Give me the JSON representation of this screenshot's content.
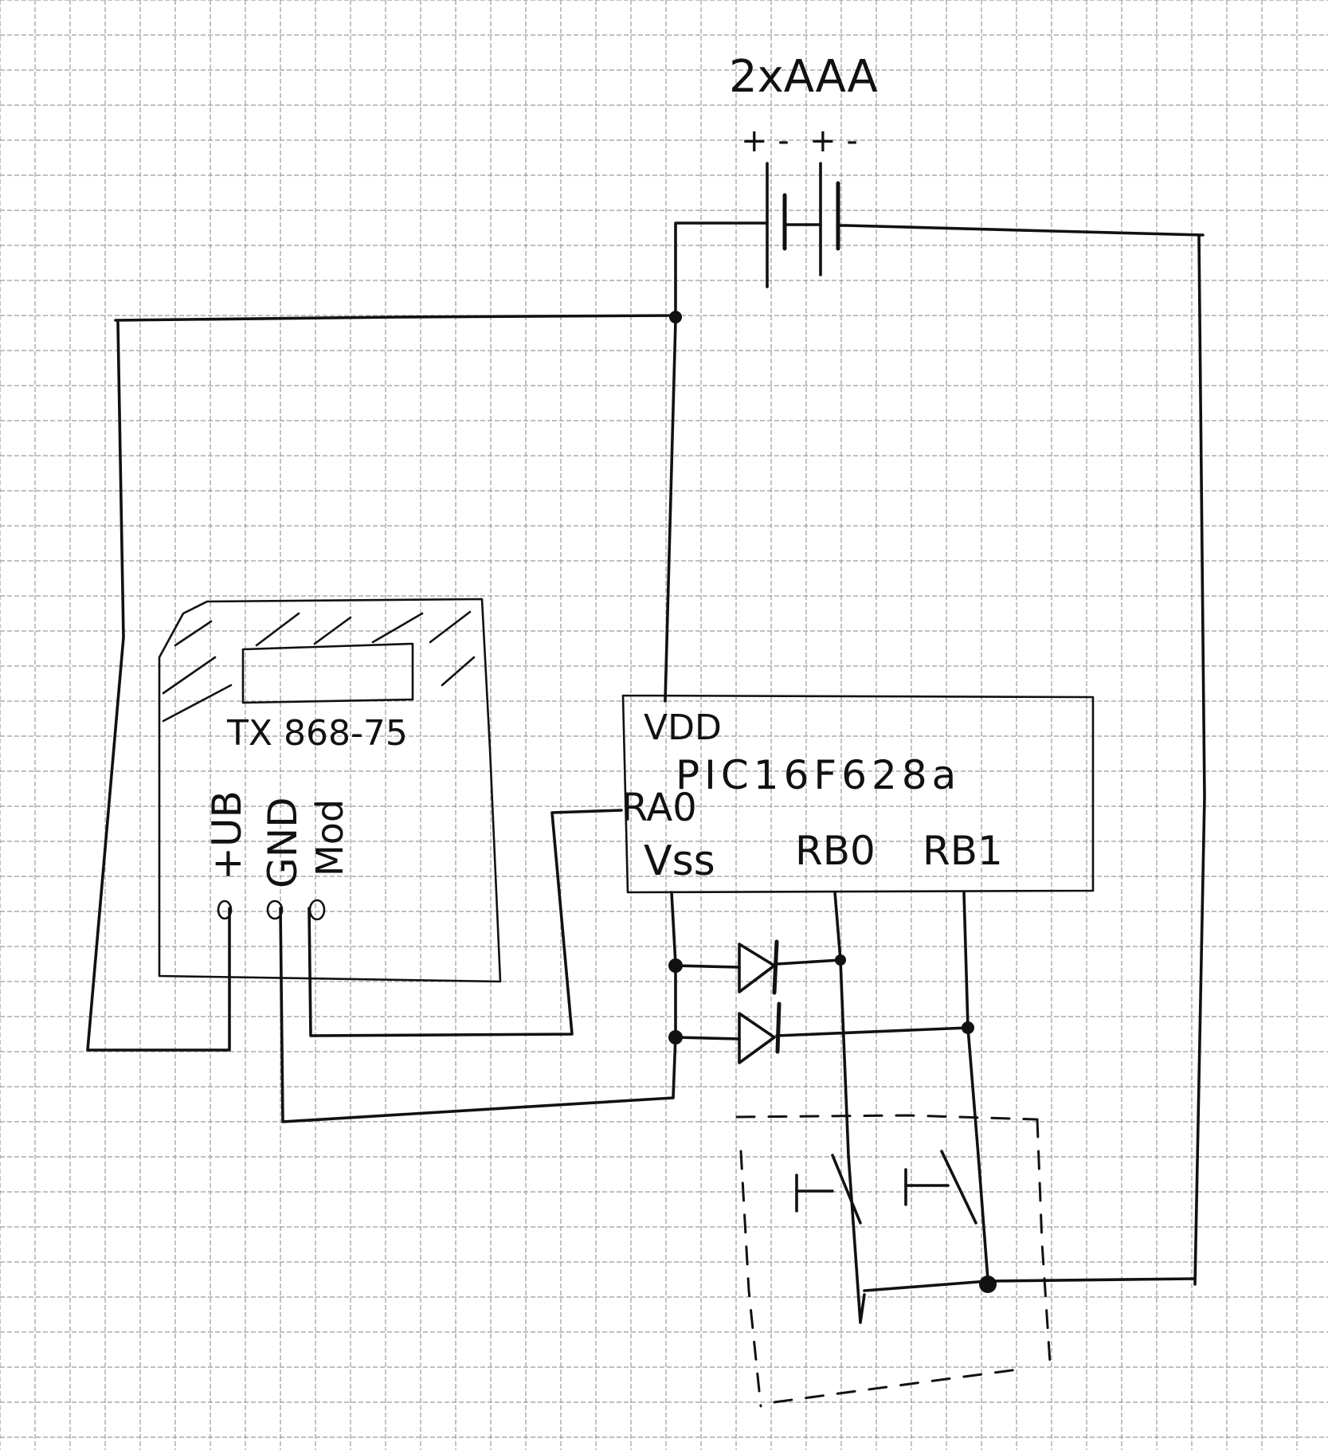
{
  "battery": {
    "label": "2xAAA",
    "polarity": "+ -  + -"
  },
  "transmitter": {
    "label": "TX 868-75",
    "pins": [
      "+UB",
      "GND",
      "Mod"
    ]
  },
  "microcontroller": {
    "name": "PIC16F628a",
    "pins": {
      "vdd": "VDD",
      "ra0": "RA0",
      "vss": "Vss",
      "rb0": "RB0",
      "rb1": "RB1"
    }
  },
  "colors": {
    "ink": "#111111",
    "paper": "#ffffff",
    "grid": "#9a9a9a"
  }
}
